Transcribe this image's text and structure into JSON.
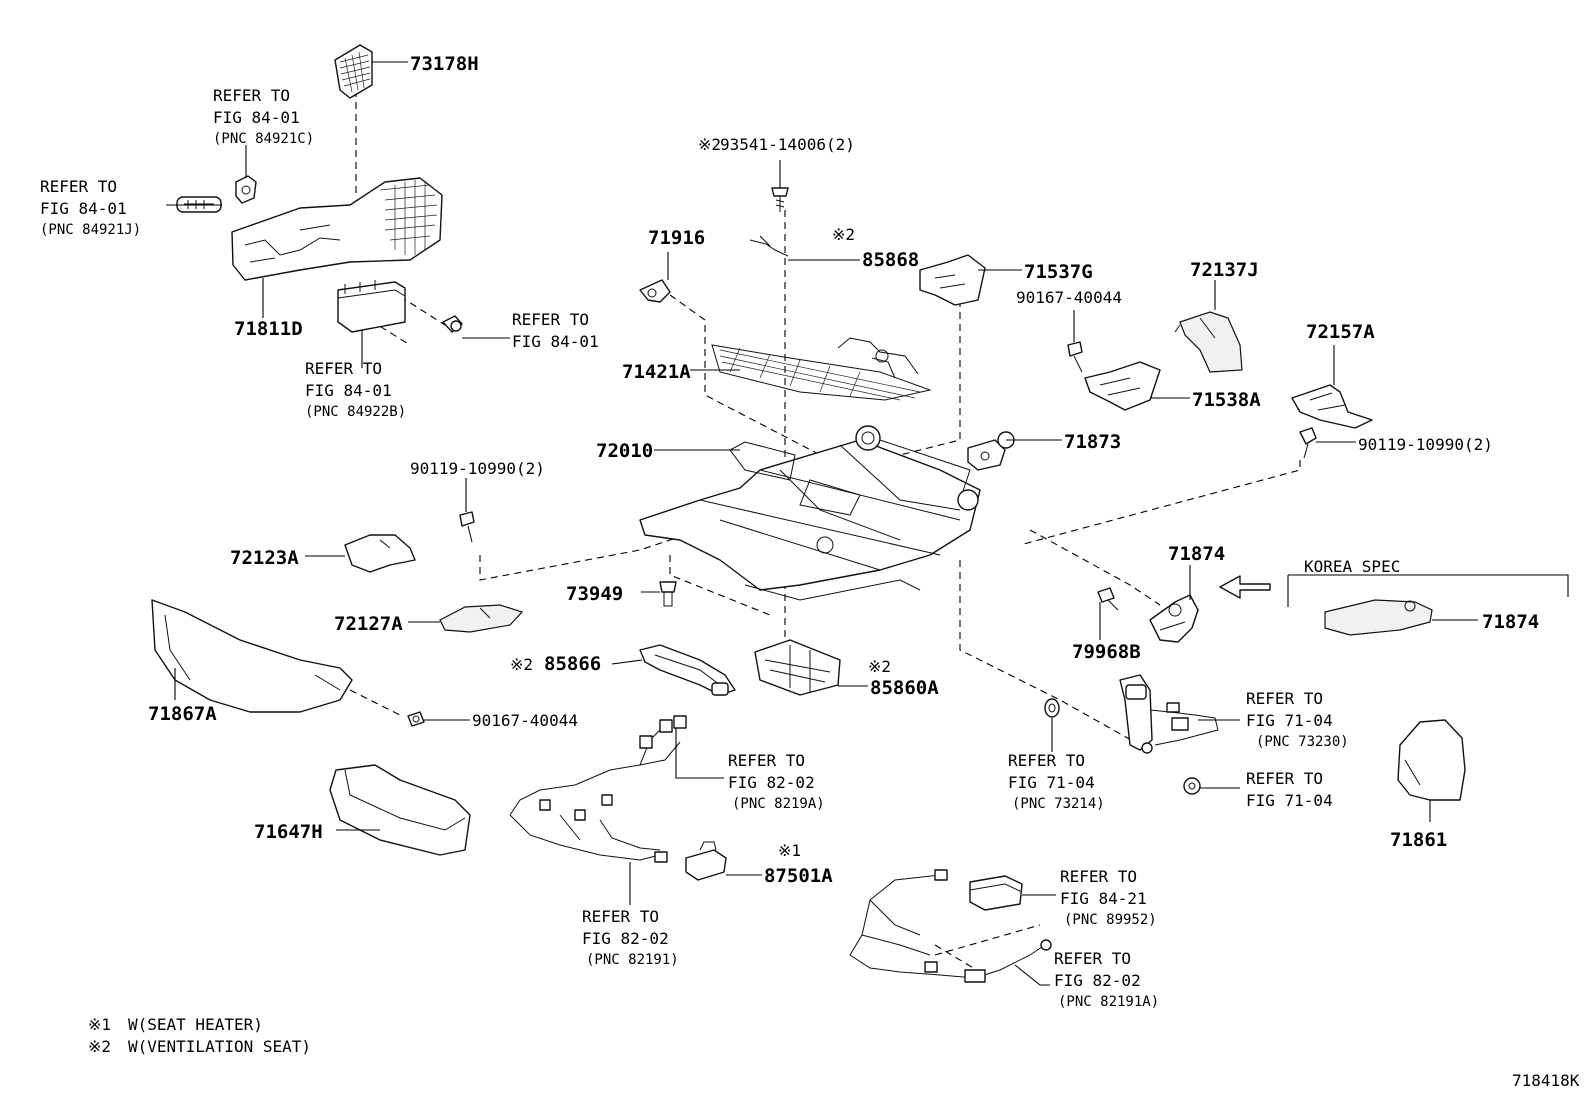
{
  "diagram": {
    "figure_code": "718418K",
    "notes": [
      {
        "mark": "※1",
        "text": "W(SEAT HEATER)"
      },
      {
        "mark": "※2",
        "text": "W(VENTILATION SEAT)"
      }
    ],
    "korea_spec_label": "KOREA SPEC",
    "parts": {
      "p73178H": "73178H",
      "p71811D": "71811D",
      "p93541": "93541-14006(2)",
      "p93541_mark": "※2",
      "p85868": "85868",
      "p85868_mark": "※2",
      "p71916": "71916",
      "p71421A": "71421A",
      "p71537G": "71537G",
      "p90167a": "90167-40044",
      "p72137J": "72137J",
      "p71538A": "71538A",
      "p72157A": "72157A",
      "p90119r": "90119-10990(2)",
      "p72010": "72010",
      "p71873": "71873",
      "p90119l": "90119-10990(2)",
      "p72123A": "72123A",
      "p73949": "73949",
      "p72127A": "72127A",
      "p71874a": "71874",
      "p71874b": "71874",
      "p79968B": "79968B",
      "p85866": "85866",
      "p85866_mark": "※2",
      "p85860A": "85860A",
      "p85860A_mark": "※2",
      "p71867A": "71867A",
      "p90167b": "90167-40044",
      "p71647H": "71647H",
      "p87501A": "87501A",
      "p87501A_mark": "※1",
      "p71861": "71861"
    },
    "refs": {
      "r1": {
        "l1": "REFER TO",
        "l2": "FIG 84-01",
        "l3": "(PNC 84921C)"
      },
      "r2": {
        "l1": "REFER TO",
        "l2": "FIG 84-01",
        "l3": "(PNC 84921J)"
      },
      "r3": {
        "l1": "REFER TO",
        "l2": "FIG 84-01"
      },
      "r4": {
        "l1": "REFER TO",
        "l2": "FIG 84-01",
        "l3": "(PNC 84922B)"
      },
      "r5": {
        "l1": "REFER TO",
        "l2": "FIG 82-02",
        "l3": "(PNC 8219A)"
      },
      "r6": {
        "l1": "REFER TO",
        "l2": "FIG 82-02",
        "l3": "(PNC 82191)"
      },
      "r7": {
        "l1": "REFER TO",
        "l2": "FIG 71-04",
        "l3": "(PNC 73230)"
      },
      "r8": {
        "l1": "REFER TO",
        "l2": "FIG 71-04",
        "l3": "(PNC 73214)"
      },
      "r9": {
        "l1": "REFER TO",
        "l2": "FIG 71-04"
      },
      "r10": {
        "l1": "REFER TO",
        "l2": "FIG 84-21",
        "l3": "(PNC 89952)"
      },
      "r11": {
        "l1": "REFER TO",
        "l2": "FIG 82-02",
        "l3": "(PNC 82191A)"
      }
    }
  }
}
